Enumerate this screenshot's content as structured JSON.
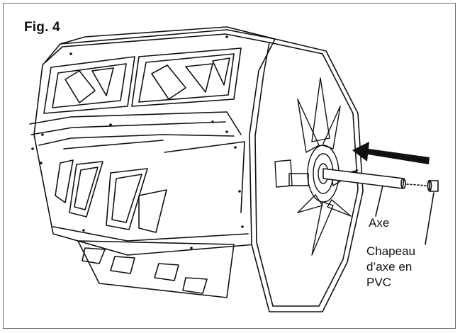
{
  "figure": {
    "title": "Fig. 4",
    "labels": {
      "axle": "Axe",
      "cap_line1": "Chapeau",
      "cap_line2": "d’axe en",
      "cap_line3": "PVC"
    }
  },
  "colors": {
    "stroke": "#111111",
    "frame": "#6a6a6a",
    "background": "#ffffff"
  }
}
